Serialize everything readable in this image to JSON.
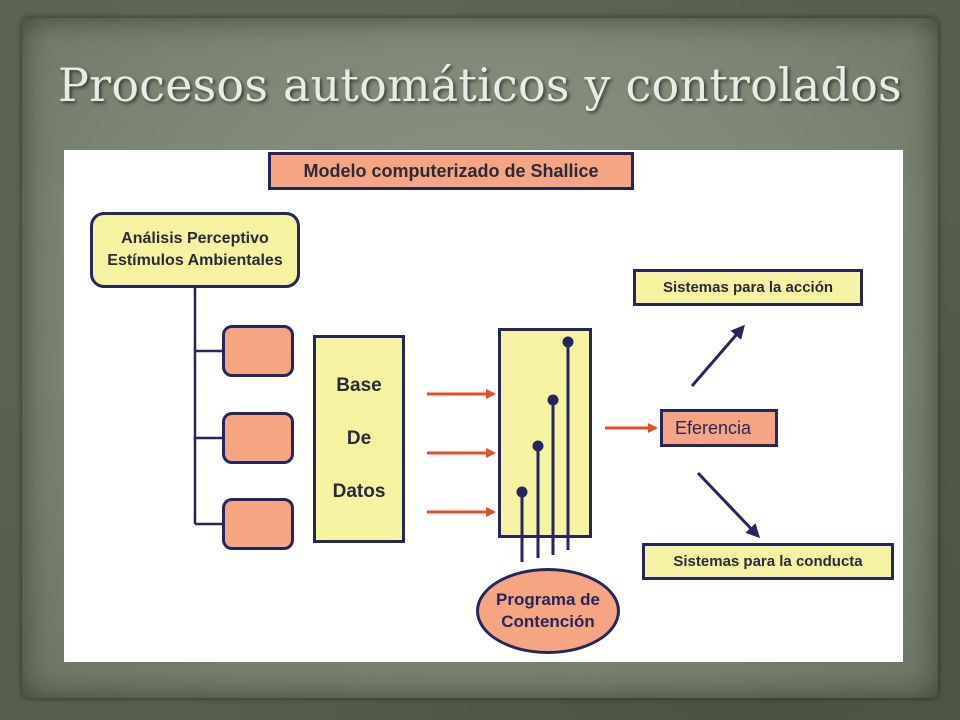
{
  "slide": {
    "title": "Procesos automáticos y controlados"
  },
  "diagram": {
    "model_label": "Modelo computerizado de Shallice",
    "perceptive_line1": "Análisis Perceptivo",
    "perceptive_line2": "Estímulos Ambientales",
    "database_lines": [
      "Base",
      "De",
      "Datos"
    ],
    "efference_label": "Eferencia",
    "action_systems": "Sistemas para la acción",
    "conduct_systems": "Sistemas para la conducta",
    "contention_line1": "Programa de",
    "contention_line2": "Contención"
  },
  "colors": {
    "yellow_box": "#f5f2a2",
    "salmon_box": "#f6a583",
    "outline": "#26265e",
    "arrow_red": "#e0502a",
    "slide_bg": "#7d8674"
  }
}
